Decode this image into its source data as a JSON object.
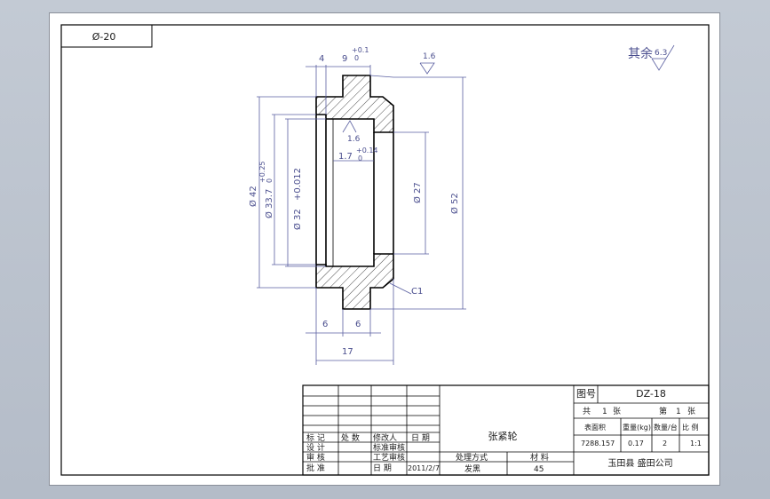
{
  "drawing": {
    "stamp": "Ø-20",
    "roughness_other": "其余",
    "roughness_general": "6.3",
    "roughness_top": "1.6",
    "roughness_inner": "1.6"
  },
  "dimensions": {
    "width_4": "4",
    "width_9": "9",
    "tol_9_upper": "+0.1",
    "tol_9_lower": "0",
    "bore_depth": "1.7",
    "bore_tol_upper": "+0.14",
    "bore_tol_lower": "0",
    "d42": "Ø 42",
    "d42_tol_upper": "+0.25",
    "d42_tol_lower": "0",
    "d337": "Ø 33.7",
    "d32": "Ø 32",
    "d32_tol": "+0.012",
    "d27": "Ø 27",
    "d52": "Ø 52",
    "chamfer": "C1",
    "w6a": "6",
    "w6b": "6",
    "w17": "17"
  },
  "title_block": {
    "headers": [
      "标 记",
      "处 数",
      "修改人",
      "日 期"
    ],
    "row_design": [
      "设 计",
      "",
      "标准审核",
      ""
    ],
    "row_review": [
      "审 核",
      "",
      "工艺审核",
      ""
    ],
    "row_approve": [
      "批 准",
      "",
      "日 期",
      "2011/2/7"
    ],
    "part_name": "张紧轮",
    "process_label": "处理方式",
    "material_label": "材 料",
    "process_value": "发黑",
    "material_value": "45",
    "drawing_no_label": "图号",
    "drawing_no": "DZ-18",
    "sheets_total_label": "共",
    "sheets_total": "1",
    "sheets_unit": "张",
    "sheet_label": "第",
    "sheet_no": "1",
    "sheet_unit": "张",
    "col_headers": [
      "表面积",
      "重量(kg)",
      "数量/台",
      "比 例"
    ],
    "col_values": [
      "7288.157",
      "0.17",
      "2",
      "1:1"
    ],
    "company": "玉田县 盛田公司"
  }
}
